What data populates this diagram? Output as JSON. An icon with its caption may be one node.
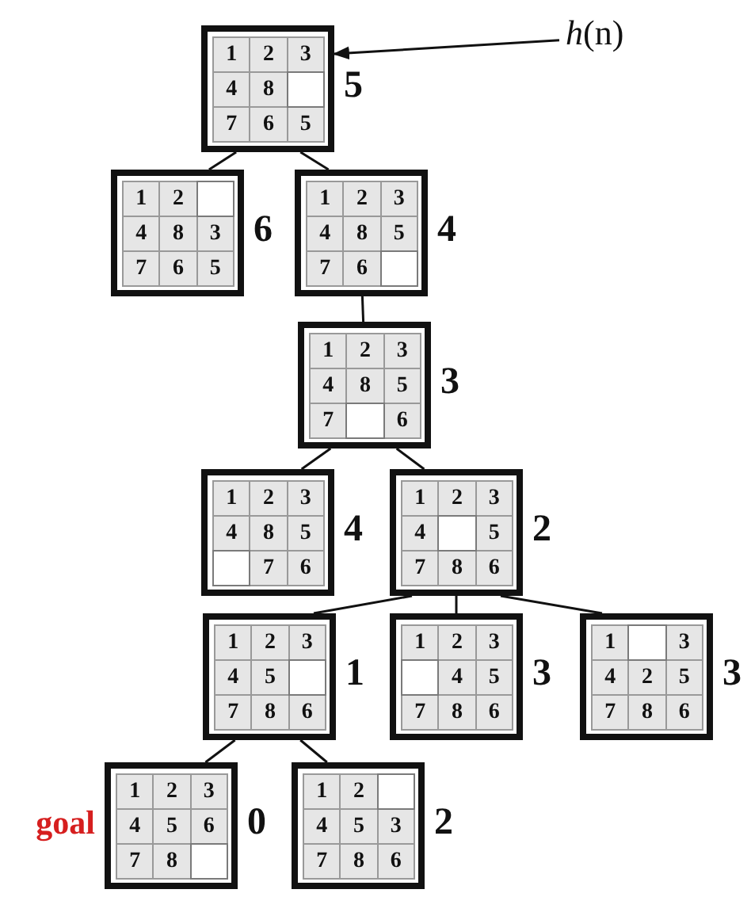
{
  "diagram": {
    "nodes": [
      {
        "text": [],
        "shape": "box",
        "beside": [
          "5"
        ]
      },
      {
        "text": [
          "1"
        ],
        "in": 0
      },
      {
        "text": [
          "2"
        ],
        "in": 0
      },
      {
        "text": [
          "3"
        ],
        "in": 0
      },
      {
        "text": [
          "4"
        ],
        "in": 0
      },
      {
        "text": [
          "8"
        ],
        "in": 0
      },
      {
        "text": [],
        "shape": "box",
        "in": 0
      },
      {
        "text": [
          "7"
        ],
        "in": 0
      },
      {
        "text": [
          "6"
        ],
        "in": 0
      },
      {
        "text": [
          "5"
        ],
        "in": 0
      },
      {
        "text": [],
        "shape": "box",
        "beside": [
          "6"
        ]
      },
      {
        "text": [
          "1"
        ],
        "in": 10
      },
      {
        "text": [
          "2"
        ],
        "in": 10
      },
      {
        "text": [],
        "shape": "box",
        "in": 10
      },
      {
        "text": [
          "4"
        ],
        "in": 10
      },
      {
        "text": [
          "8"
        ],
        "in": 10
      },
      {
        "text": [
          "3"
        ],
        "in": 10
      },
      {
        "text": [
          "7"
        ],
        "in": 10
      },
      {
        "text": [
          "6"
        ],
        "in": 10
      },
      {
        "text": [
          "5"
        ],
        "in": 10
      },
      {
        "text": [],
        "shape": "box",
        "beside": [
          "4"
        ]
      },
      {
        "text": [
          "1"
        ],
        "in": 20
      },
      {
        "text": [
          "2"
        ],
        "in": 20
      },
      {
        "text": [
          "3"
        ],
        "in": 20
      },
      {
        "text": [
          "4"
        ],
        "in": 20
      },
      {
        "text": [
          "8"
        ],
        "in": 20
      },
      {
        "text": [
          "5"
        ],
        "in": 20
      },
      {
        "text": [
          "7"
        ],
        "in": 20
      },
      {
        "text": [
          "6"
        ],
        "in": 20
      },
      {
        "text": [],
        "shape": "box",
        "in": 20
      },
      {
        "text": [],
        "shape": "box",
        "beside": [
          "3"
        ]
      },
      {
        "text": [
          "1"
        ],
        "in": 30
      },
      {
        "text": [
          "2"
        ],
        "in": 30
      },
      {
        "text": [
          "3"
        ],
        "in": 30
      },
      {
        "text": [
          "4"
        ],
        "in": 30
      },
      {
        "text": [
          "8"
        ],
        "in": 30
      },
      {
        "text": [
          "5"
        ],
        "in": 30
      },
      {
        "text": [
          "7"
        ],
        "in": 30
      },
      {
        "text": [],
        "shape": "box",
        "in": 30
      },
      {
        "text": [
          "6"
        ],
        "in": 30
      },
      {
        "text": [],
        "shape": "box",
        "beside": [
          "4"
        ]
      },
      {
        "text": [
          "1"
        ],
        "in": 40
      },
      {
        "text": [
          "2"
        ],
        "in": 40
      },
      {
        "text": [
          "3"
        ],
        "in": 40
      },
      {
        "text": [
          "4"
        ],
        "in": 40
      },
      {
        "text": [
          "8"
        ],
        "in": 40
      },
      {
        "text": [
          "5"
        ],
        "in": 40
      },
      {
        "text": [],
        "shape": "box",
        "in": 40
      },
      {
        "text": [
          "7"
        ],
        "in": 40
      },
      {
        "text": [
          "6"
        ],
        "in": 40
      },
      {
        "text": [],
        "shape": "box",
        "beside": [
          "2"
        ]
      },
      {
        "text": [
          "1"
        ],
        "in": 50
      },
      {
        "text": [
          "2"
        ],
        "in": 50
      },
      {
        "text": [
          "3"
        ],
        "in": 50
      },
      {
        "text": [
          "4"
        ],
        "in": 50
      },
      {
        "text": [],
        "shape": "box",
        "in": 50
      },
      {
        "text": [
          "5"
        ],
        "in": 50
      },
      {
        "text": [
          "7"
        ],
        "in": 50
      },
      {
        "text": [
          "8"
        ],
        "in": 50
      },
      {
        "text": [
          "6"
        ],
        "in": 50
      },
      {
        "text": [],
        "shape": "box",
        "beside": [
          "1"
        ]
      },
      {
        "text": [
          "1"
        ],
        "in": 60
      },
      {
        "text": [
          "2"
        ],
        "in": 60
      },
      {
        "text": [
          "3"
        ],
        "in": 60
      },
      {
        "text": [
          "4"
        ],
        "in": 60
      },
      {
        "text": [
          "5"
        ],
        "in": 60
      },
      {
        "text": [],
        "shape": "box",
        "in": 60
      },
      {
        "text": [
          "7"
        ],
        "in": 60
      },
      {
        "text": [
          "8"
        ],
        "in": 60
      },
      {
        "text": [
          "6"
        ],
        "in": 60
      },
      {
        "text": [],
        "shape": "box",
        "beside": [
          "3"
        ]
      },
      {
        "text": [
          "1"
        ],
        "in": 70
      },
      {
        "text": [
          "2"
        ],
        "in": 70
      },
      {
        "text": [
          "3"
        ],
        "in": 70
      },
      {
        "text": [],
        "shape": "box",
        "in": 70
      },
      {
        "text": [
          "4"
        ],
        "in": 70
      },
      {
        "text": [
          "5"
        ],
        "in": 70
      },
      {
        "text": [
          "7"
        ],
        "in": 70
      },
      {
        "text": [
          "8"
        ],
        "in": 70
      },
      {
        "text": [
          "6"
        ],
        "in": 70
      },
      {
        "text": [],
        "shape": "box",
        "beside": [
          "3"
        ]
      },
      {
        "text": [
          "1"
        ],
        "in": 80
      },
      {
        "text": [],
        "shape": "box",
        "in": 80
      },
      {
        "text": [
          "3"
        ],
        "in": 80
      },
      {
        "text": [
          "4"
        ],
        "in": 80
      },
      {
        "text": [
          "2"
        ],
        "in": 80
      },
      {
        "text": [
          "5"
        ],
        "in": 80
      },
      {
        "text": [
          "7"
        ],
        "in": 80
      },
      {
        "text": [
          "8"
        ],
        "in": 80
      },
      {
        "text": [
          "6"
        ],
        "in": 80
      },
      {
        "text": [],
        "shape": "box",
        "beside": [
          "goal",
          "0"
        ]
      },
      {
        "text": [
          "1"
        ],
        "in": 90
      },
      {
        "text": [
          "2"
        ],
        "in": 90
      },
      {
        "text": [
          "3"
        ],
        "in": 90
      },
      {
        "text": [
          "4"
        ],
        "in": 90
      },
      {
        "text": [
          "5"
        ],
        "in": 90
      },
      {
        "text": [
          "6"
        ],
        "in": 90
      },
      {
        "text": [
          "7"
        ],
        "in": 90
      },
      {
        "text": [
          "8"
        ],
        "in": 90
      },
      {
        "text": [],
        "shape": "box",
        "in": 90
      },
      {
        "text": [],
        "shape": "box",
        "beside": [
          "2"
        ]
      },
      {
        "text": [
          "1"
        ],
        "in": 100
      },
      {
        "text": [
          "2"
        ],
        "in": 100
      },
      {
        "text": [],
        "shape": "box",
        "in": 100
      },
      {
        "text": [
          "4"
        ],
        "in": 100
      },
      {
        "text": [
          "5"
        ],
        "in": 100
      },
      {
        "text": [
          "3"
        ],
        "in": 100
      },
      {
        "text": [
          "7"
        ],
        "in": 100
      },
      {
        "text": [
          "8"
        ],
        "in": 100
      },
      {
        "text": [
          "6"
        ],
        "in": 100
      },
      {
        "text": [
          "*h*(n)"
        ]
      }
    ],
    "edges": [
      {
        "from": 0,
        "to": 10,
        "arrow": "none"
      },
      {
        "from": 0,
        "to": 20,
        "arrow": "none"
      },
      {
        "from": 20,
        "to": 30,
        "arrow": "none"
      },
      {
        "from": 30,
        "to": 40,
        "arrow": "none"
      },
      {
        "from": 30,
        "to": 50,
        "arrow": "none"
      },
      {
        "from": 50,
        "to": 60,
        "arrow": "none"
      },
      {
        "from": 50,
        "to": 70,
        "arrow": "none"
      },
      {
        "from": 50,
        "to": 80,
        "arrow": "none"
      },
      {
        "from": 60,
        "to": 90,
        "arrow": "none"
      },
      {
        "from": 60,
        "to": 100,
        "arrow": "none"
      },
      {
        "from": 110,
        "to": 0,
        "arrow": "to"
      }
    ]
  }
}
